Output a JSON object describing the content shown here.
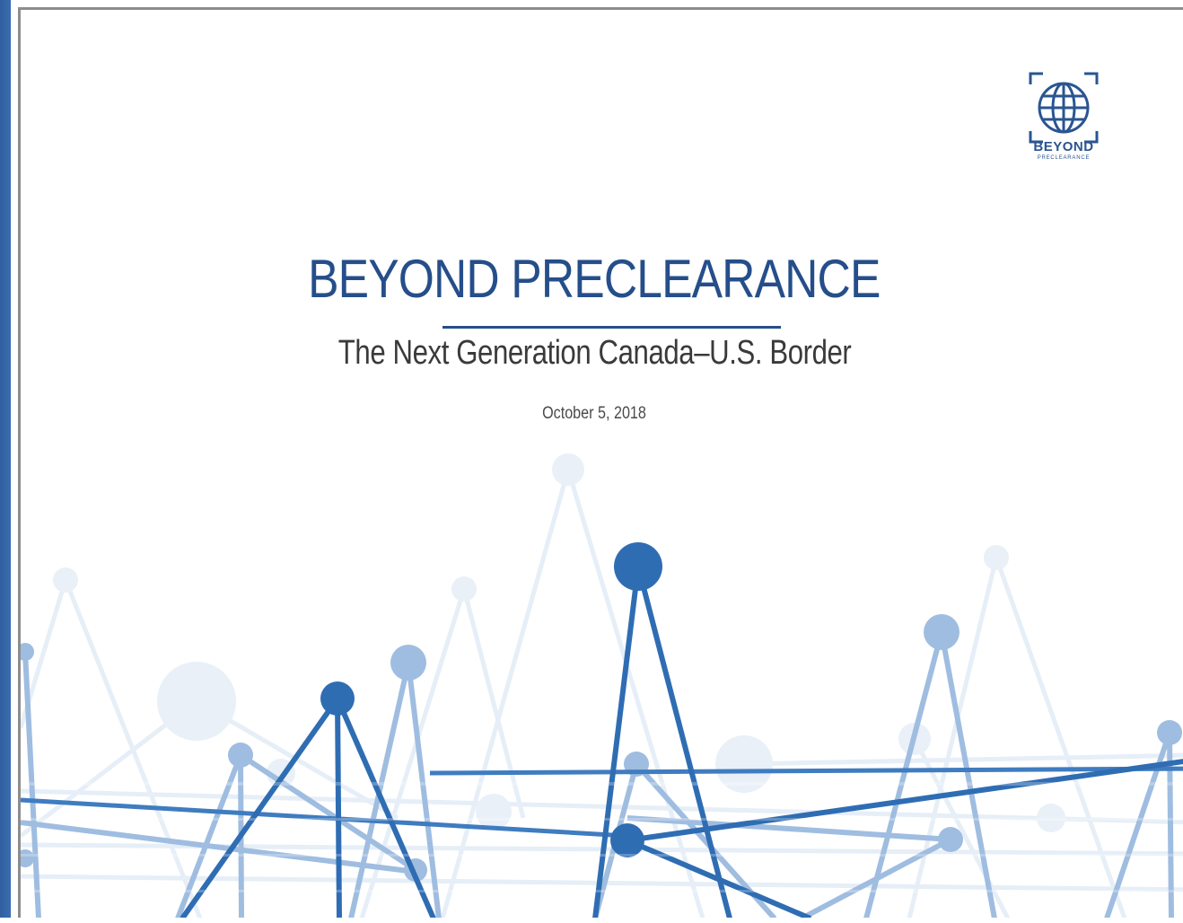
{
  "document": {
    "logo_word": "BEYOND",
    "logo_sub": "PRECLEARANCE",
    "title": "BEYOND PRECLEARANCE",
    "subtitle": "The Next Generation Canada–U.S. Border",
    "date": "October 5, 2018"
  },
  "colors": {
    "primary_blue": "#254e8a",
    "mid_blue": "#2f6db3",
    "light_blue": "#9dbce0",
    "pale_blue": "#dce8f5",
    "text_dark": "#3a3a3a"
  },
  "icons": {
    "logo": "globe-in-brackets-icon",
    "background": "network-nodes-graphic"
  }
}
